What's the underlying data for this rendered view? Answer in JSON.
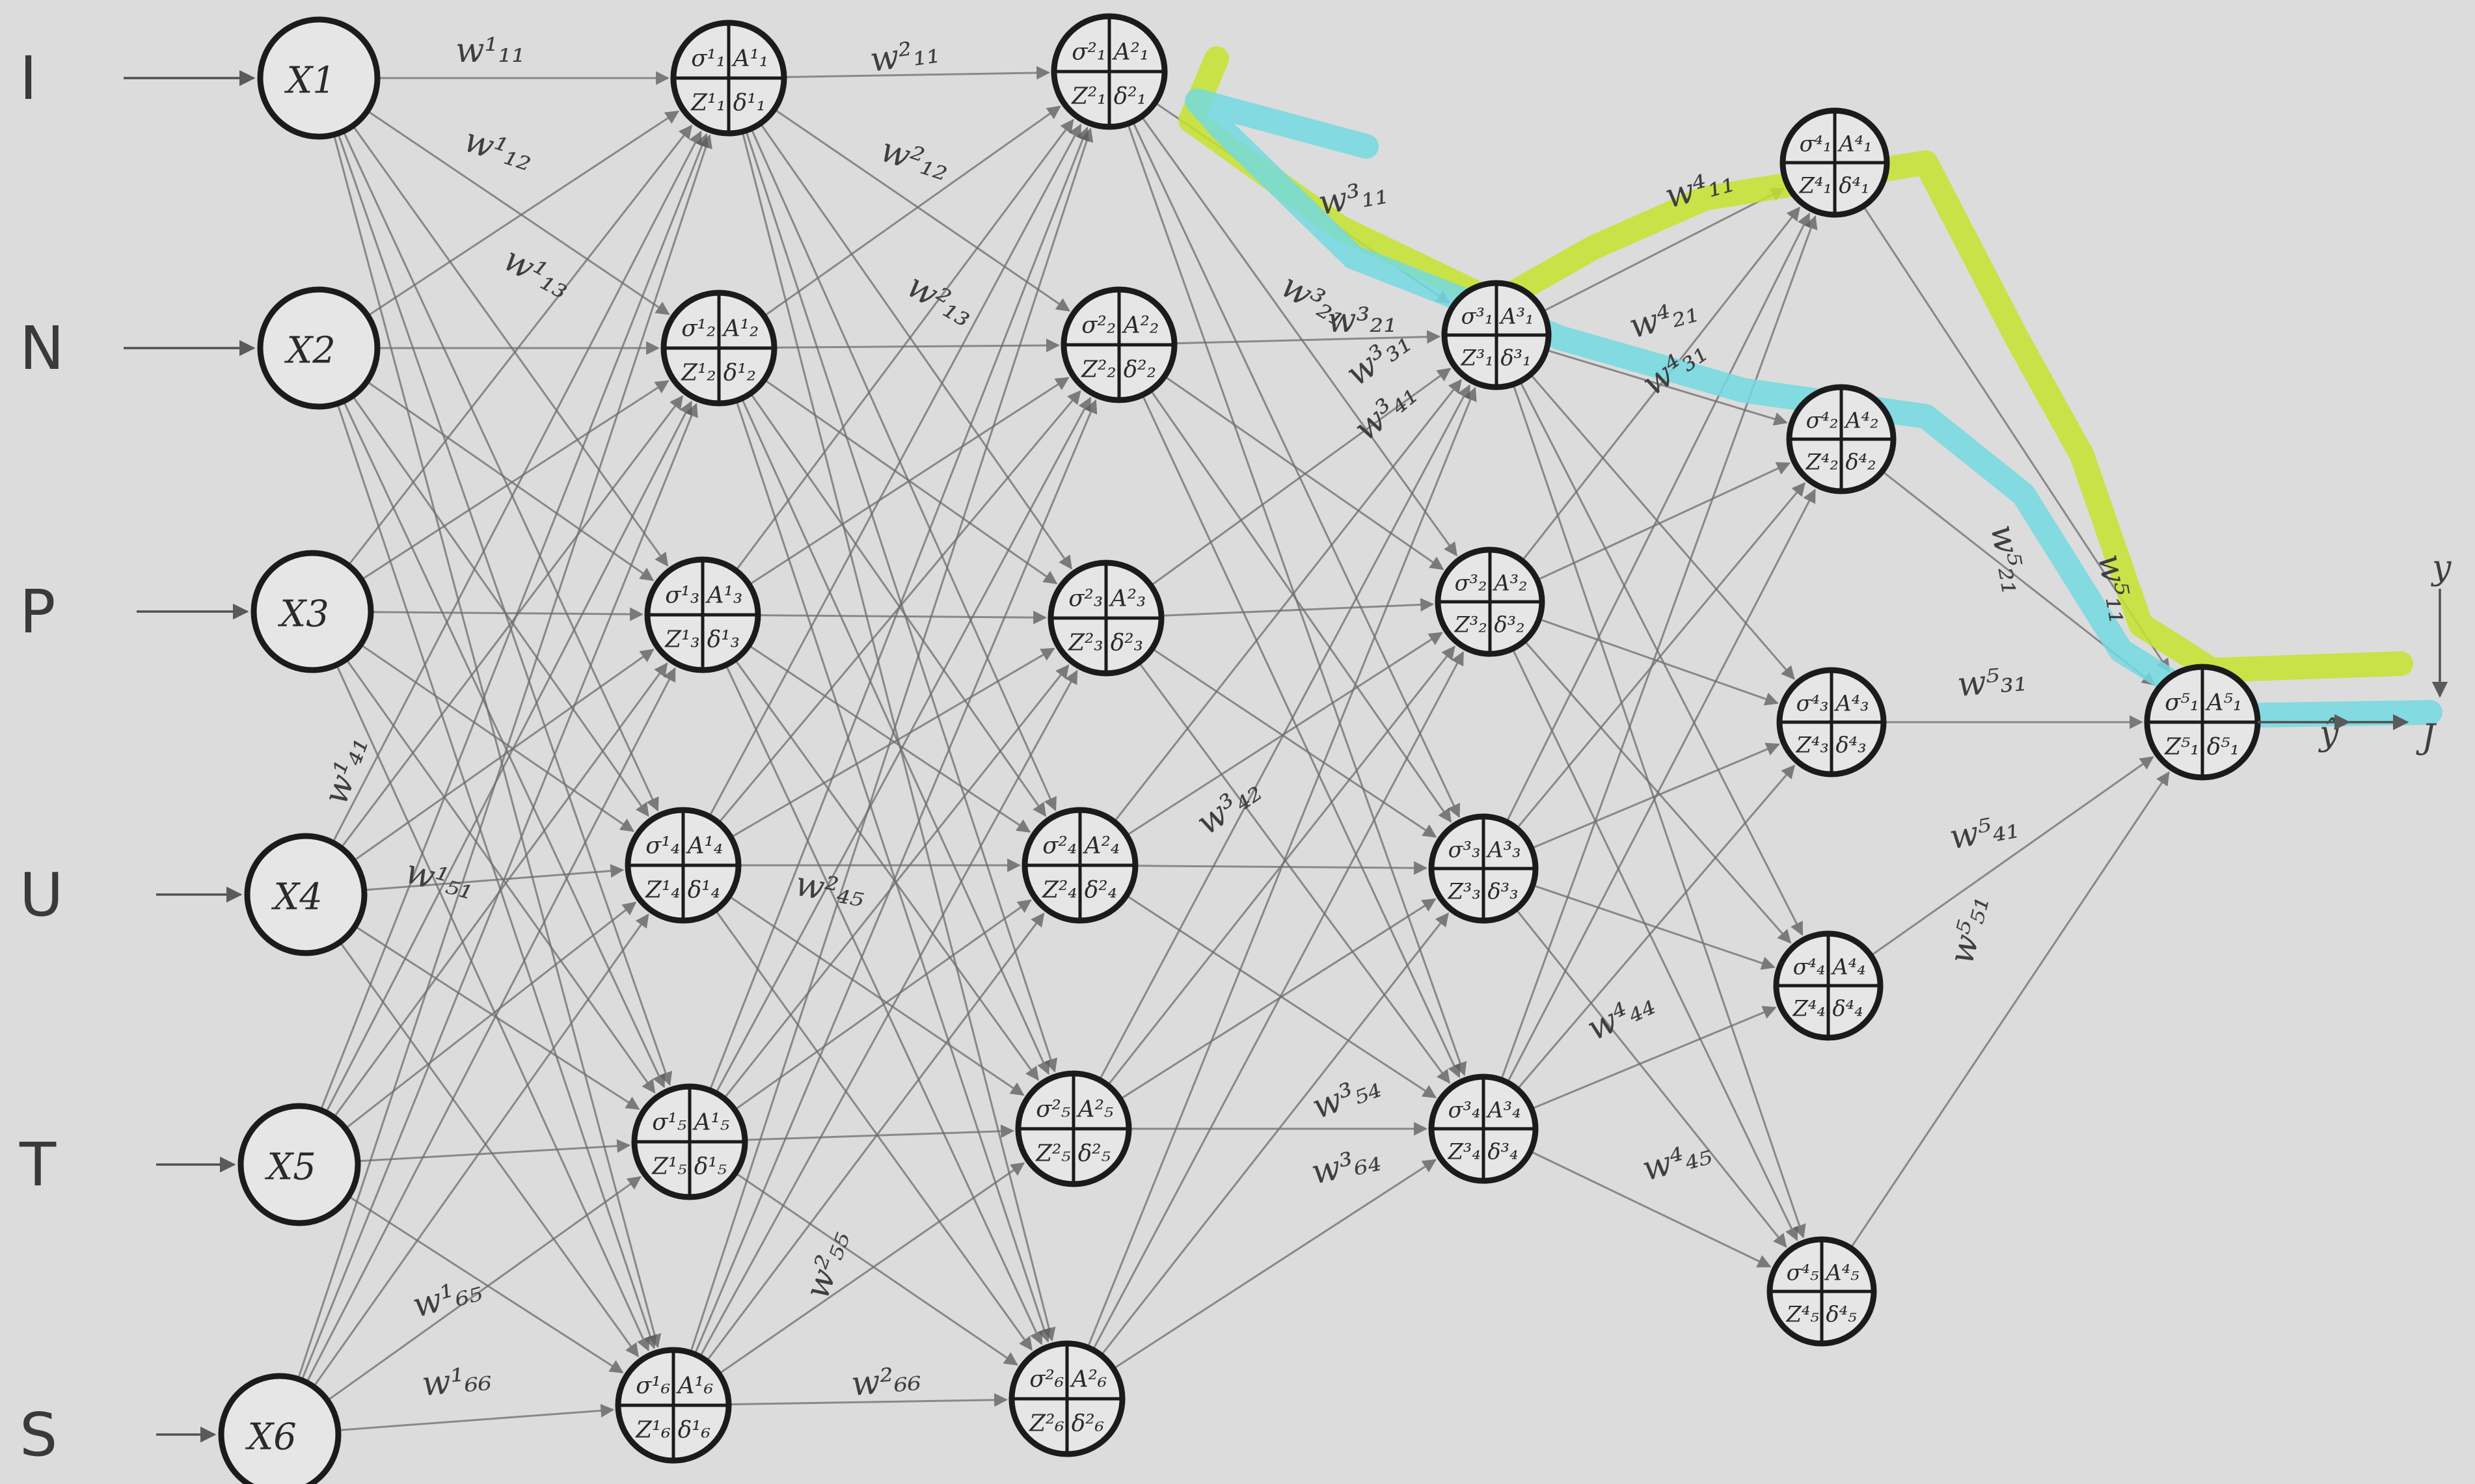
{
  "inputs": [
    {
      "label": "I",
      "node": "X1"
    },
    {
      "label": "N",
      "node": "X2"
    },
    {
      "label": "P",
      "node": "X3"
    },
    {
      "label": "U",
      "node": "X4"
    },
    {
      "label": "T",
      "node": "X5"
    },
    {
      "label": "S",
      "node": "X6"
    }
  ],
  "layers": [
    {
      "name": "input",
      "size": 6
    },
    {
      "name": "hidden-1",
      "size": 6,
      "cells": [
        [
          "σ¹₁",
          "A¹₁",
          "Z¹₁",
          "δ¹₁"
        ],
        [
          "σ¹₂",
          "A¹₂",
          "Z¹₂",
          "δ¹₂"
        ],
        [
          "σ¹₃",
          "A¹₃",
          "Z¹₃",
          "δ¹₃"
        ],
        [
          "σ¹₄",
          "A¹₄",
          "Z¹₄",
          "δ¹₄"
        ],
        [
          "σ¹₅",
          "A¹₅",
          "Z¹₅",
          "δ¹₅"
        ],
        [
          "σ¹₆",
          "A¹₆",
          "Z¹₆",
          "δ¹₆"
        ]
      ]
    },
    {
      "name": "hidden-2",
      "size": 6,
      "cells": [
        [
          "σ²₁",
          "A²₁",
          "Z²₁",
          "δ²₁"
        ],
        [
          "σ²₂",
          "A²₂",
          "Z²₂",
          "δ²₂"
        ],
        [
          "σ²₃",
          "A²₃",
          "Z²₃",
          "δ²₃"
        ],
        [
          "σ²₄",
          "A²₄",
          "Z²₄",
          "δ²₄"
        ],
        [
          "σ²₅",
          "A²₅",
          "Z²₅",
          "δ²₅"
        ],
        [
          "σ²₆",
          "A²₆",
          "Z²₆",
          "δ²₆"
        ]
      ]
    },
    {
      "name": "hidden-3",
      "size": 4,
      "cells": [
        [
          "σ³₁",
          "A³₁",
          "Z³₁",
          "δ³₁"
        ],
        [
          "σ³₂",
          "A³₂",
          "Z³₂",
          "δ³₂"
        ],
        [
          "σ³₃",
          "A³₃",
          "Z³₃",
          "δ³₃"
        ],
        [
          "σ³₄",
          "A³₄",
          "Z³₄",
          "δ³₄"
        ]
      ]
    },
    {
      "name": "hidden-4",
      "size": 5,
      "cells": [
        [
          "σ⁴₁",
          "A⁴₁",
          "Z⁴₁",
          "δ⁴₁"
        ],
        [
          "σ⁴₂",
          "A⁴₂",
          "Z⁴₂",
          "δ⁴₂"
        ],
        [
          "σ⁴₃",
          "A⁴₃",
          "Z⁴₃",
          "δ⁴₃"
        ],
        [
          "σ⁴₄",
          "A⁴₄",
          "Z⁴₄",
          "δ⁴₄"
        ],
        [
          "σ⁴₅",
          "A⁴₅",
          "Z⁴₅",
          "δ⁴₅"
        ]
      ]
    },
    {
      "name": "output",
      "size": 1,
      "cells": [
        [
          "σ⁵₁",
          "A⁵₁",
          "Z⁵₁",
          "δ⁵₁"
        ]
      ]
    }
  ],
  "weights": [
    "w¹₁₁",
    "w¹₁₂",
    "w¹₁₃",
    "w¹₄₁",
    "w¹₅₁",
    "w¹₆₅",
    "w¹₆₆",
    "w²₁₁",
    "w²₁₂",
    "w²₁₃",
    "w²₄₅",
    "w²₅₅",
    "w²₆₆",
    "w³₁₁",
    "w³₂₁",
    "w³₂₁",
    "w³₃₁",
    "w³₄₁",
    "w³₄₂",
    "w³₅₄",
    "w³₆₄",
    "w⁴₁₁",
    "w⁴₂₁",
    "w⁴₃₁",
    "w⁴₄₄",
    "w⁴₄₅",
    "w⁵₁₁",
    "w⁵₂₁",
    "w⁵₃₁",
    "w⁵₄₁",
    "w⁵₅₁"
  ],
  "output": {
    "y_hat": "ŷ",
    "y": "y",
    "loss": "J"
  },
  "colors": {
    "paper": "#dcdcdc",
    "ink": "#1b1b1b",
    "pencil": "#6d6d6d",
    "highlight_green": "#c6e32e",
    "highlight_cyan": "#73d9e0"
  }
}
